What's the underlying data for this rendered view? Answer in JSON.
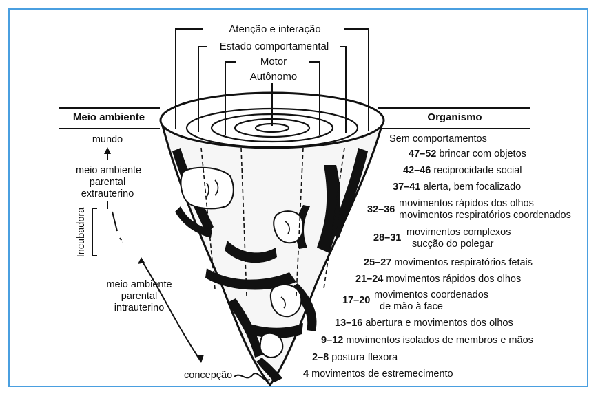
{
  "headers": {
    "environment": "Meio ambiente",
    "organism": "Organismo"
  },
  "layers": [
    "Atenção e interação",
    "Estado comportamental",
    "Motor",
    "Autônomo"
  ],
  "environment": {
    "world": "mundo",
    "extrauterine": [
      "meio ambiente",
      "parental",
      "extrauterino"
    ],
    "incubator": "Incubadora",
    "intrauterine": [
      "meio ambiente",
      "parental",
      "intrauterino"
    ],
    "conception": "concepção"
  },
  "milestones": [
    {
      "weeks": "",
      "text": "Sem comportamentos"
    },
    {
      "weeks": "47–52",
      "text": "brincar com objetos"
    },
    {
      "weeks": "42–46",
      "text": "reciprocidade social"
    },
    {
      "weeks": "37–41",
      "text": "alerta, bem focalizado"
    },
    {
      "weeks": "32–36",
      "text": [
        "movimentos rápidos dos olhos",
        "movimentos respiratórios coordenados"
      ]
    },
    {
      "weeks": "28–31",
      "text": [
        "movimentos complexos",
        "sucção do polegar"
      ]
    },
    {
      "weeks": "25–27",
      "text": "movimentos respiratórios fetais"
    },
    {
      "weeks": "21–24",
      "text": "movimentos rápidos dos olhos"
    },
    {
      "weeks": "17–20",
      "text": [
        "movimentos coordenados",
        "de mão à face"
      ]
    },
    {
      "weeks": "13–16",
      "text": "abertura e movimentos dos olhos"
    },
    {
      "weeks": "9–12",
      "text": "movimentos isolados de membros e mãos"
    },
    {
      "weeks": "2–8",
      "text": "postura flexora"
    },
    {
      "weeks": "4",
      "text": "movimentos de estremecimento"
    }
  ],
  "colors": {
    "frame": "#4a9fe0",
    "ink": "#111111"
  }
}
